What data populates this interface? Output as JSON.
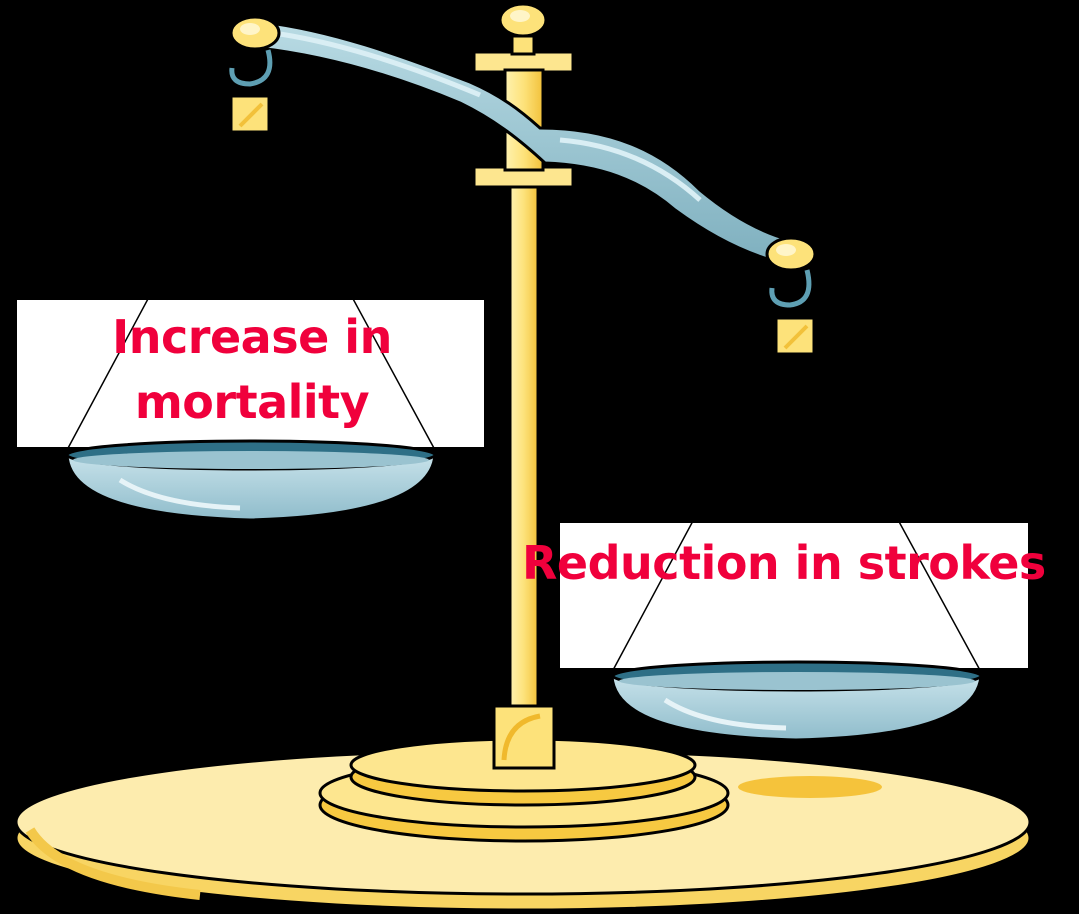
{
  "colors": {
    "background": "#000000",
    "label_text": "#f0003c",
    "label_box": "#ffffff",
    "gold": "#fde27a",
    "gold_dark": "#f5c33b",
    "beam": "#8fbfcc",
    "pan": "#9ac3d0",
    "pan_dark": "#2e6f86"
  },
  "left_pan": {
    "label_line_1": "Increase in",
    "label_line_2": "mortality"
  },
  "right_pan": {
    "label": "Reduction in strokes"
  }
}
